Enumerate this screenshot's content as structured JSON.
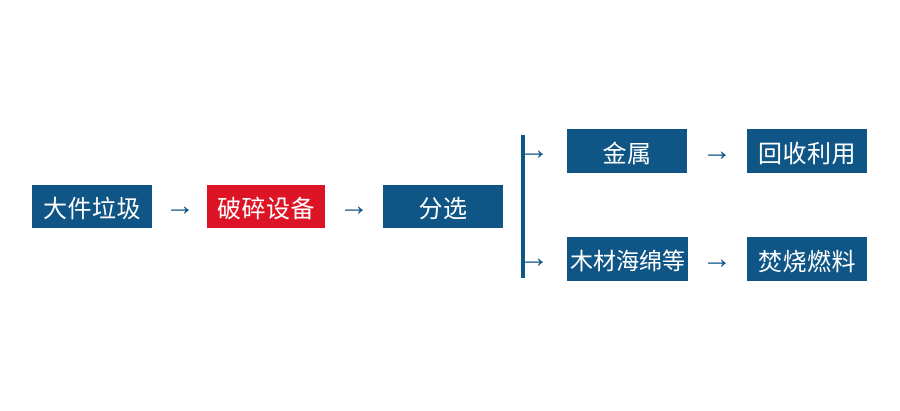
{
  "colors": {
    "node_blue": "#0F5586",
    "node_red": "#DC1426",
    "connector_blue": "#0F5586",
    "node_text": "#FFFFFF",
    "background": "#FFFFFF"
  },
  "diagram": {
    "arrow_glyph": "→",
    "main_flow": {
      "bulky_waste": "大件垃圾",
      "crushing_equipment": "破碎设备",
      "sorting": "分选"
    },
    "branches": {
      "top": {
        "output": "金属",
        "destination": "回收利用"
      },
      "bottom": {
        "output": "木材海绵等",
        "destination": "焚烧燃料"
      }
    }
  }
}
